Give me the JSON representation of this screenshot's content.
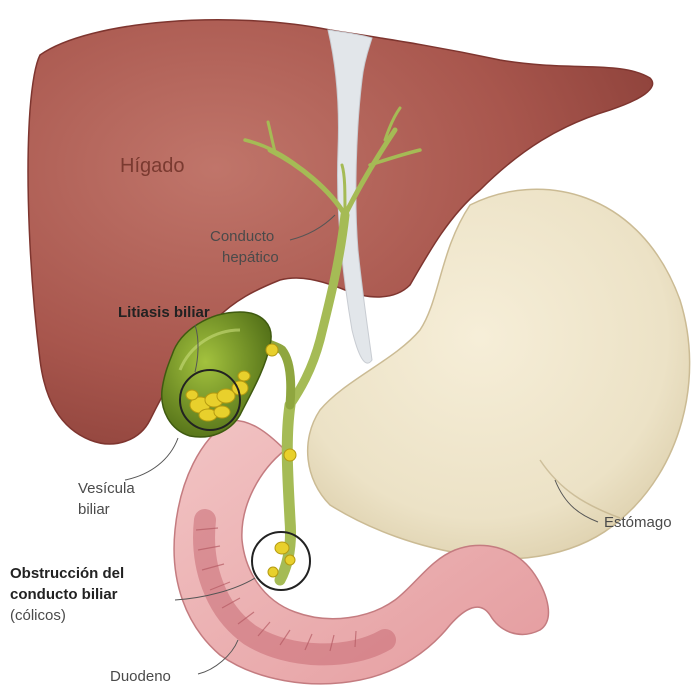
{
  "labels": {
    "liver": "Hígado",
    "hepatic_duct": [
      "Conducto",
      "hepático"
    ],
    "gallstones": "Litiasis biliar",
    "gallbladder": [
      "Vesícula",
      "biliar"
    ],
    "obstruction": [
      "Obstrucción del",
      "conducto biliar"
    ],
    "obstruction_note": "(cólicos)",
    "duodenum": "Duodeno",
    "stomach": "Estómago"
  },
  "colors": {
    "liver": "#a8564d",
    "stomach": "#ece2c6",
    "duodenum": "#e9a6a8",
    "bile_duct": "#9bb347",
    "gallbladder": "#5e7d1e",
    "gallstone": "#e8d02c",
    "falciform_ligament": "#dfe3e8"
  }
}
